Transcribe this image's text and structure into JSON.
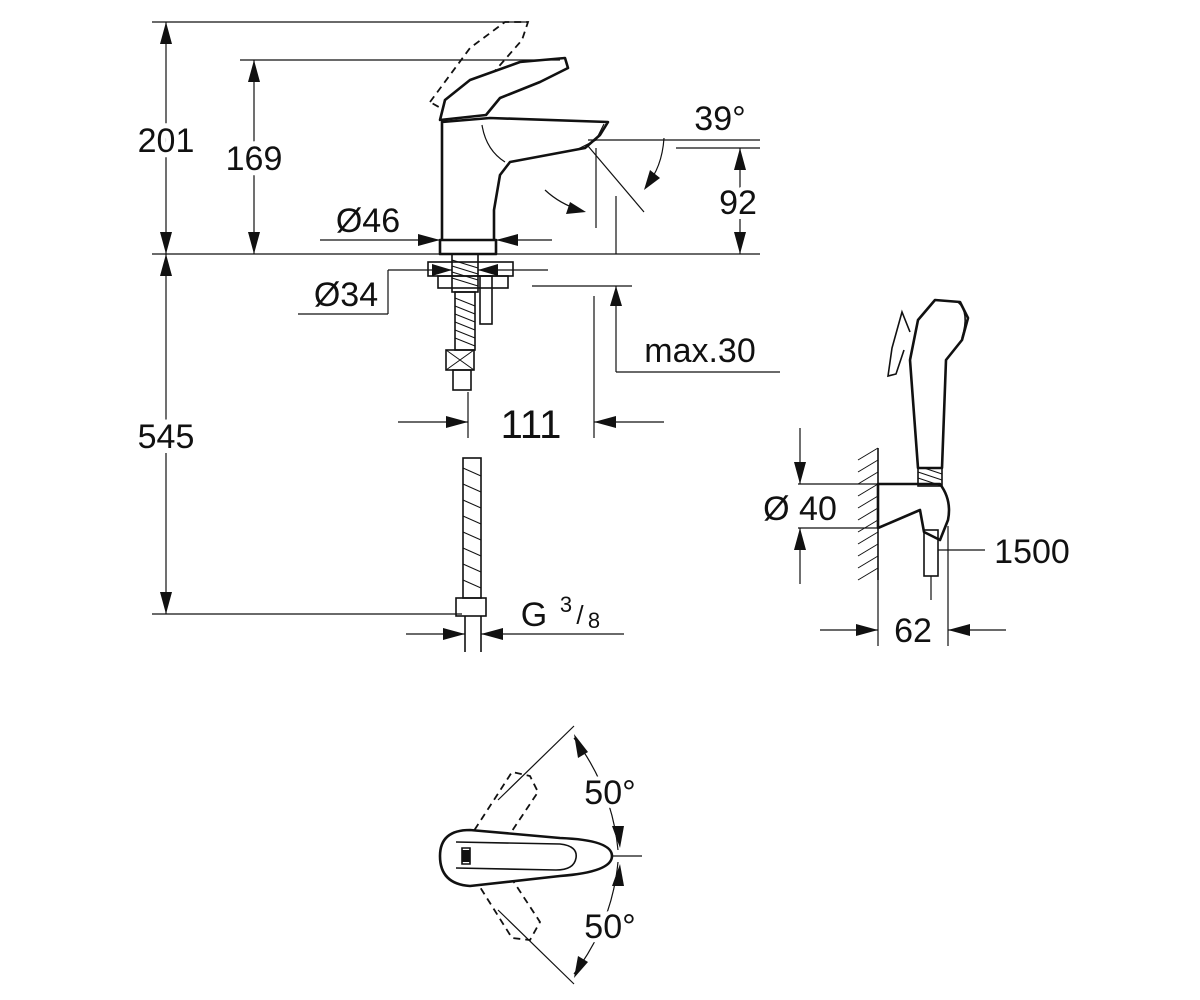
{
  "colors": {
    "line": "#111111",
    "background": "#ffffff"
  },
  "side_view": {
    "height_total": "201",
    "height_lever": "169",
    "base_diameter": "Ø46",
    "shank_diameter": "Ø34",
    "spout_height": "92",
    "spout_angle": "39°",
    "counter_thickness": "max.30",
    "hose_length": "545",
    "spout_reach": "111",
    "connection_thread": "G",
    "thread_fraction_num": "3",
    "thread_fraction_den": "8"
  },
  "hand_shower": {
    "holder_diameter": "Ø 40",
    "hose_length": "1500",
    "wall_distance": "62"
  },
  "top_view": {
    "angle_left": "50°",
    "angle_right": "50°"
  }
}
